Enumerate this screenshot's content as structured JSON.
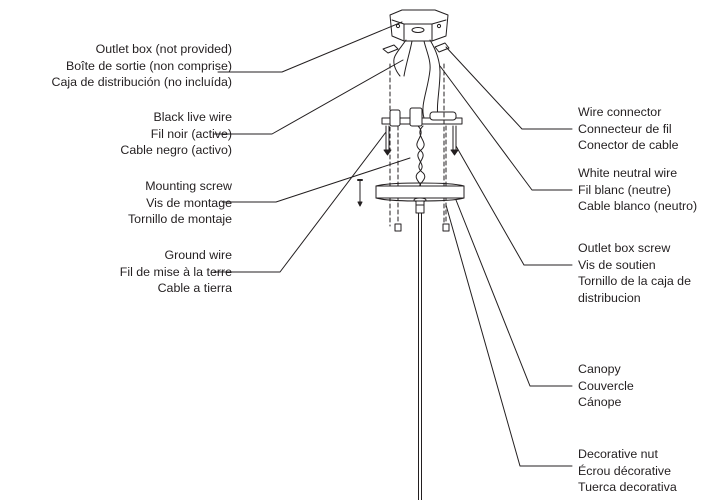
{
  "labels": {
    "outlet_box": [
      "Outlet box (not provided)",
      "Boîte de sortie (non comprise)",
      "Caja de distribución (no incluída)"
    ],
    "black_live_wire": [
      "Black live wire",
      "Fil noir (active)",
      "Cable negro (activo)"
    ],
    "mounting_screw": [
      "Mounting screw",
      "Vis de montage",
      "Tornillo de montaje"
    ],
    "ground_wire": [
      "Ground wire",
      "Fil de mise à la terre",
      "Cable a tierra"
    ],
    "wire_connector": [
      "Wire connector",
      "Connecteur de fil",
      "Conector de cable"
    ],
    "white_neutral_wire": [
      "White neutral wire",
      "Fil blanc (neutre)",
      "Cable blanco (neutro)"
    ],
    "outlet_box_screw": [
      "Outlet box screw",
      "Vis de soutien",
      "Tornillo de la caja de",
      "distribucion"
    ],
    "canopy": [
      "Canopy",
      "Couvercle",
      "Cánope"
    ],
    "decorative_nut": [
      "Decorative nut",
      "Écrou décorative",
      "Tuerca decorativa"
    ]
  },
  "colors": {
    "line": "#231f20",
    "fill": "#ffffff"
  }
}
